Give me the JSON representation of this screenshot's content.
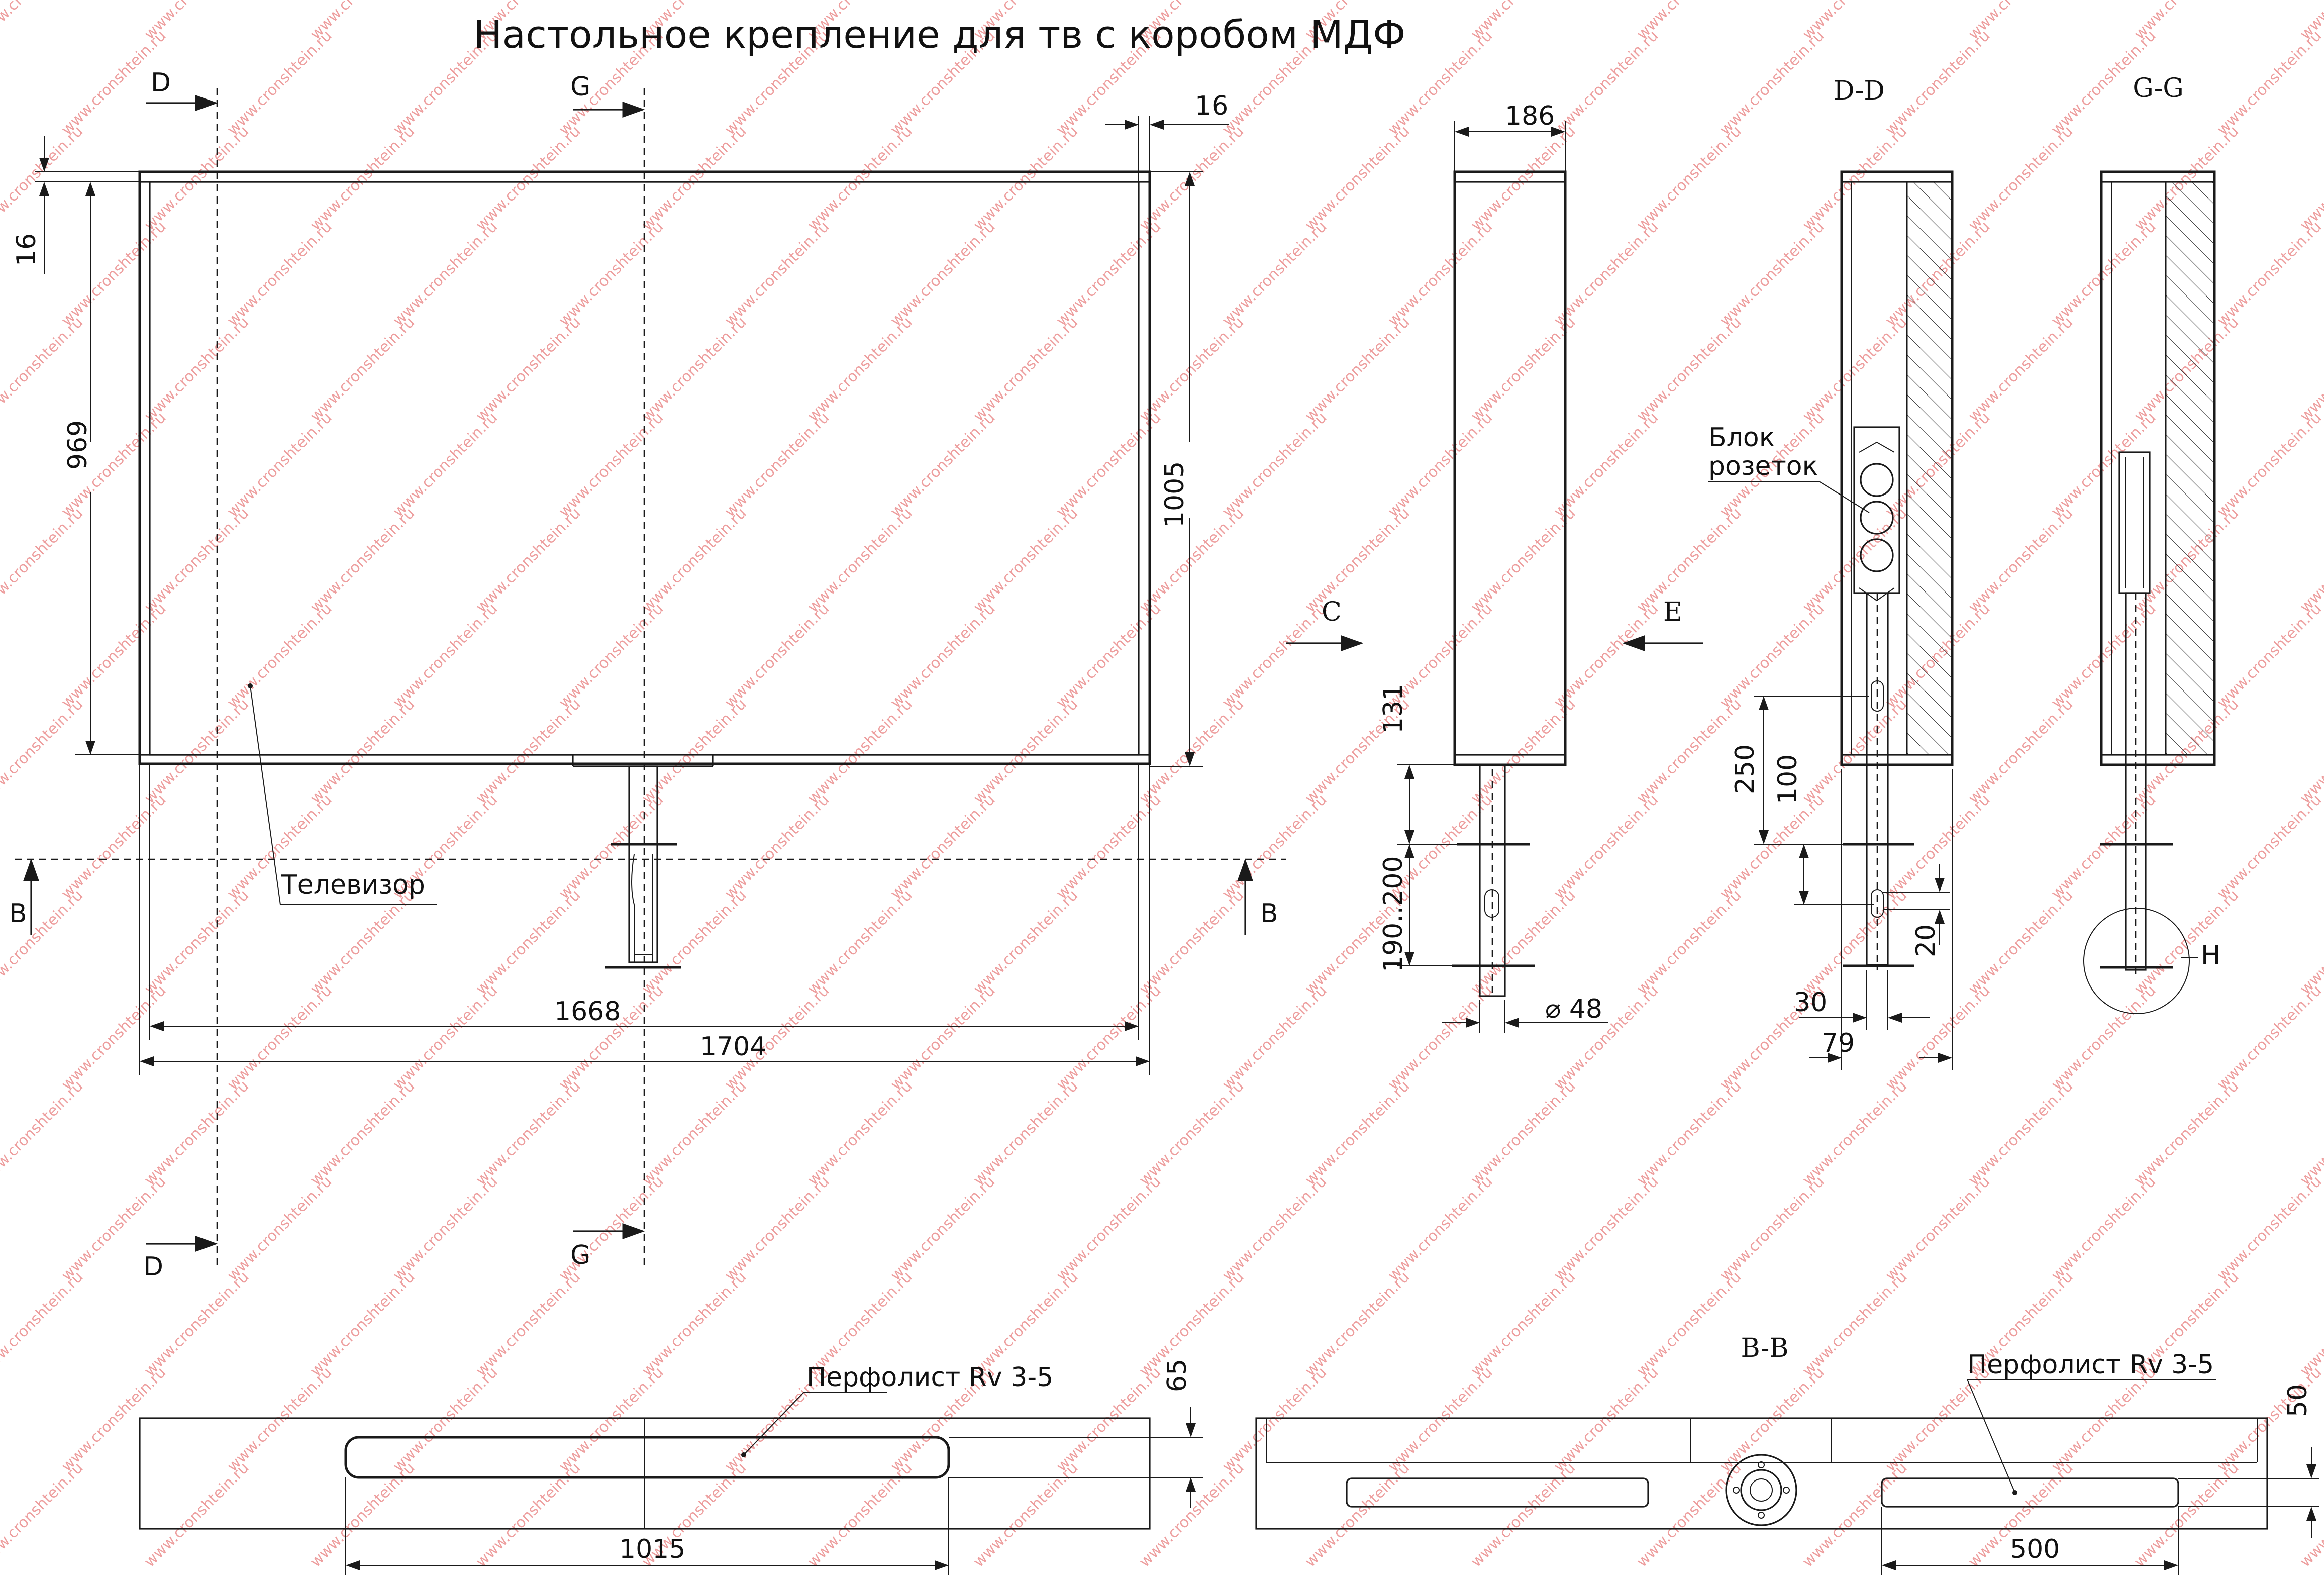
{
  "title": "Настольное крепление для тв с коробом МДФ",
  "watermark": "www.cronshtein.ru",
  "section_labels": {
    "d": "D",
    "g": "G",
    "b": "B",
    "c": "C",
    "e": "E",
    "h": "H",
    "dd": "D-D",
    "gg": "G-G",
    "bb": "B-B"
  },
  "labels": {
    "tv": "Телевизор",
    "socket_block_line1": "Блок",
    "socket_block_line2": "розеток",
    "perf_sheet": "Перфолист Rv 3-5"
  },
  "dimensions": {
    "top_16": "16",
    "left_16": "16",
    "height_969": "969",
    "height_1005": "1005",
    "width_1668": "1668",
    "width_1704": "1704",
    "side_186": "186",
    "side_131": "131",
    "side_190_200": "190..200",
    "diameter_48": "⌀ 48",
    "dd_250": "250",
    "dd_100": "100",
    "dd_20": "20",
    "dd_30": "30",
    "dd_79": "79",
    "bottom_65": "65",
    "bottom_1015": "1015",
    "bb_50": "50",
    "bb_500": "500"
  },
  "colors": {
    "line": "#1a1a1a",
    "watermark": "#e05050",
    "background": "#ffffff"
  }
}
